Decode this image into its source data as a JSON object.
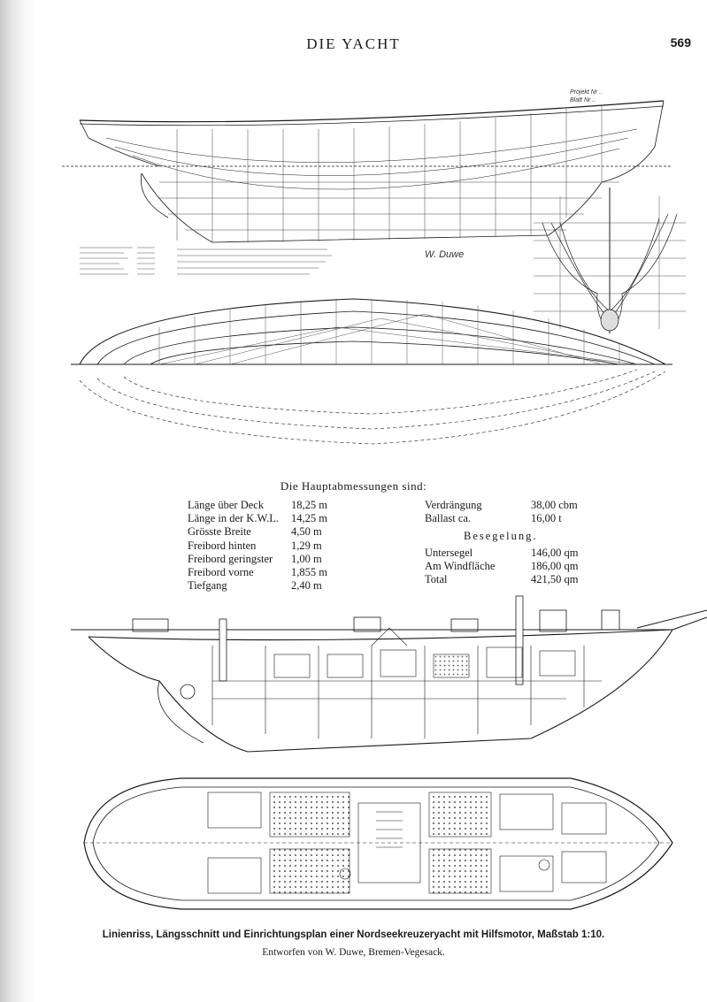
{
  "header": {
    "title": "DIE YACHT",
    "page_number": "569"
  },
  "drawing_notes": {
    "profile_tag": "Projekt Nr ..\nBlatt Nr ..",
    "signature": "W. Duwe"
  },
  "dimensions": {
    "heading": "Die Hauptabmessungen sind:",
    "left": [
      {
        "label": "Länge über Deck",
        "value": "18,25 m"
      },
      {
        "label": "Länge in der K.W.L.",
        "value": "14,25 m"
      },
      {
        "label": "Grösste Breite",
        "value": "4,50 m"
      },
      {
        "label": "Freibord hinten",
        "value": "1,29 m"
      },
      {
        "label": "Freibord geringster",
        "value": "1,00 m"
      },
      {
        "label": "Freibord vorne",
        "value": "1,855 m"
      },
      {
        "label": "Tiefgang",
        "value": "2,40 m"
      }
    ],
    "right_top": [
      {
        "label": "Verdrängung",
        "value": "38,00 cbm"
      },
      {
        "label": "Ballast ca.",
        "value": "16,00 t"
      }
    ],
    "sail_heading": "Besegelung.",
    "right_sail": [
      {
        "label": "Untersegel",
        "value": "146,00 qm"
      },
      {
        "label": "Am Windfläche",
        "value": "186,00 qm"
      },
      {
        "label": "Total",
        "value": "421,50 qm"
      }
    ]
  },
  "caption": {
    "main": "Linienriss, Längsschnitt und Einrichtungsplan einer Nordseekreuzeryacht mit Hilfsmotor, Maßstab 1:10.",
    "sub": "Entworfen von W. Duwe, Bremen-Vegesack."
  },
  "colors": {
    "ink": "#1a1a1a",
    "paper": "#ffffff",
    "hatch": "#555555"
  }
}
